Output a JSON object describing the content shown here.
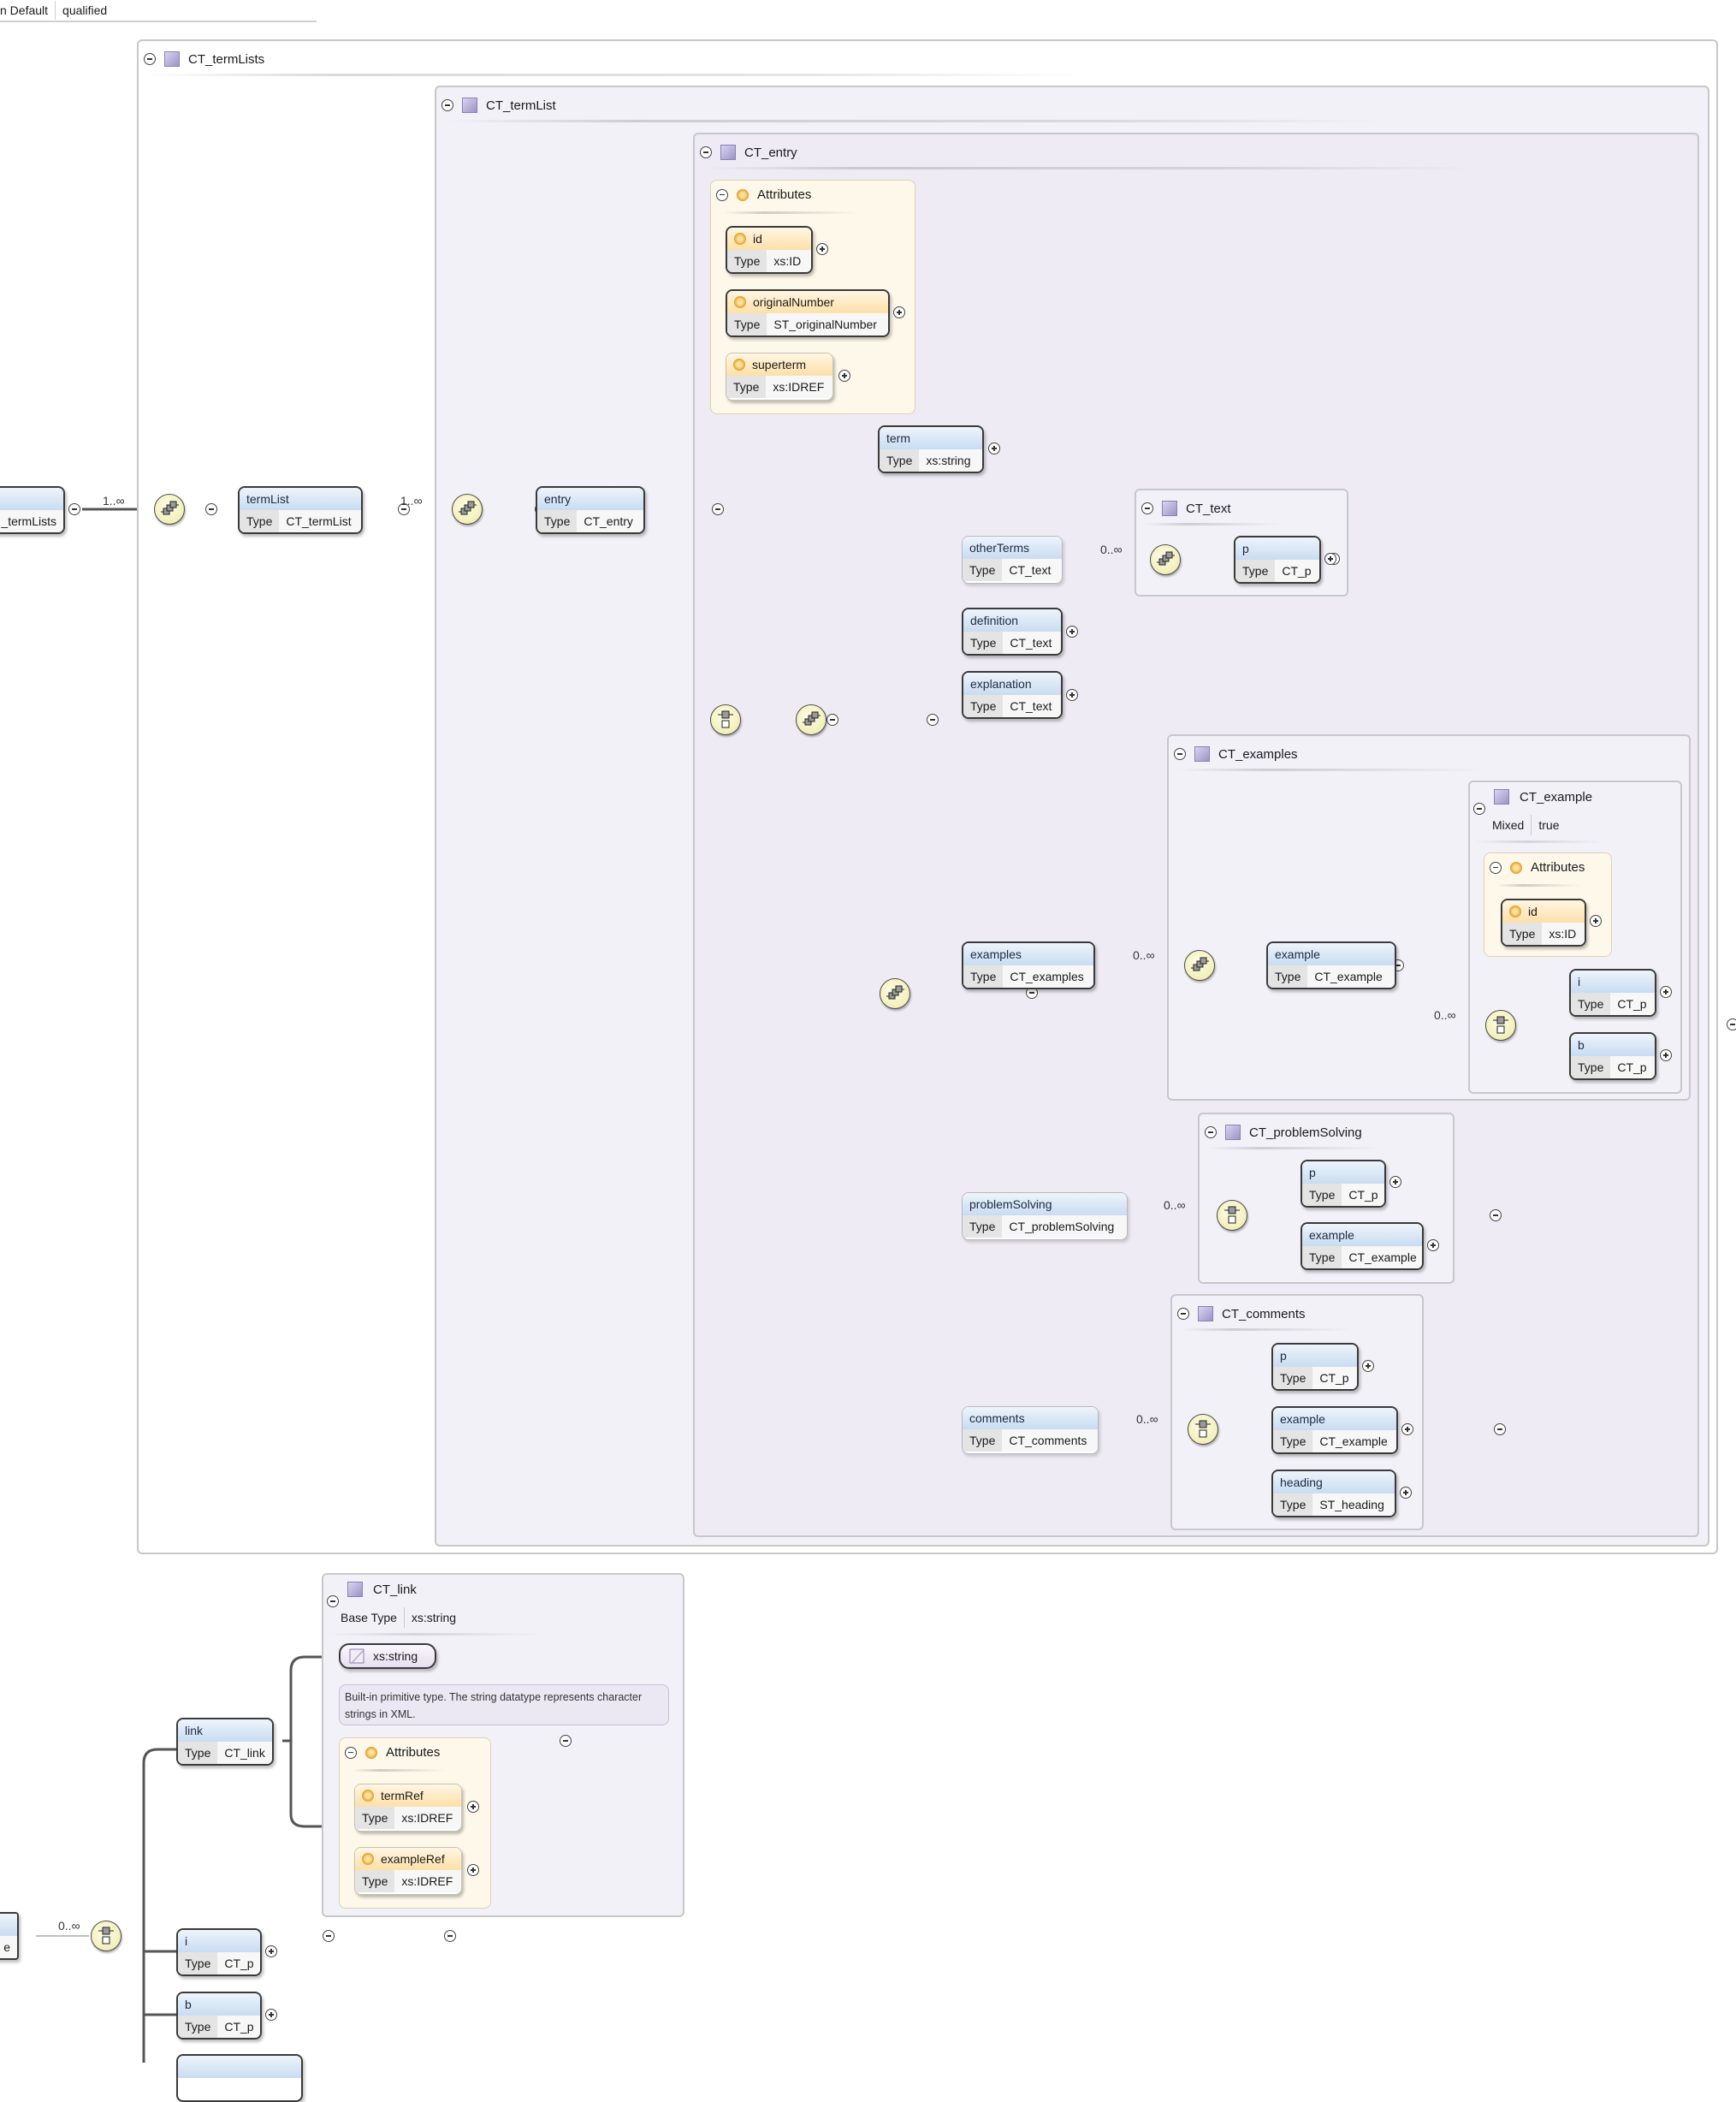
{
  "top_strip": {
    "key": "n Default",
    "value": "qualified"
  },
  "complex_types": {
    "ct_termLists": "CT_termLists",
    "ct_termList": "CT_termList",
    "ct_entry": "CT_entry",
    "ct_text": "CT_text",
    "ct_examples": "CT_examples",
    "ct_example": "CT_example",
    "ct_problemSolving": "CT_problemSolving",
    "ct_comments": "CT_comments",
    "ct_link": "CT_link"
  },
  "type_label": "Type",
  "attributes_label": "Attributes",
  "mixed": {
    "key": "Mixed",
    "value": "true"
  },
  "base_type": {
    "key": "Base Type",
    "value": "xs:string"
  },
  "occurrences": {
    "one_many": "1..∞",
    "zero_many": "0..∞"
  },
  "elements": {
    "termLists": {
      "name": "",
      "type": "_termLists"
    },
    "termList": {
      "name": "termList",
      "type": "CT_termList"
    },
    "entry": {
      "name": "entry",
      "type": "CT_entry"
    },
    "term": {
      "name": "term",
      "type": "xs:string"
    },
    "otherTerms": {
      "name": "otherTerms",
      "type": "CT_text"
    },
    "text_p": {
      "name": "p",
      "type": "CT_p"
    },
    "definition": {
      "name": "definition",
      "type": "CT_text"
    },
    "explanation": {
      "name": "explanation",
      "type": "CT_text"
    },
    "examples": {
      "name": "examples",
      "type": "CT_examples"
    },
    "example": {
      "name": "example",
      "type": "CT_example"
    },
    "example_i": {
      "name": "i",
      "type": "CT_p"
    },
    "example_b": {
      "name": "b",
      "type": "CT_p"
    },
    "problemSolving": {
      "name": "problemSolving",
      "type": "CT_problemSolving"
    },
    "ps_p": {
      "name": "p",
      "type": "CT_p"
    },
    "ps_example": {
      "name": "example",
      "type": "CT_example"
    },
    "comments": {
      "name": "comments",
      "type": "CT_comments"
    },
    "cm_p": {
      "name": "p",
      "type": "CT_p"
    },
    "cm_example": {
      "name": "example",
      "type": "CT_example"
    },
    "cm_heading": {
      "name": "heading",
      "type": "ST_heading"
    },
    "link": {
      "name": "link",
      "type": "CT_link"
    },
    "bottom_i": {
      "name": "i",
      "type": "CT_p"
    },
    "bottom_b": {
      "name": "b",
      "type": "CT_p"
    },
    "bottom_left": {
      "name": "",
      "type": "e"
    }
  },
  "attributes": {
    "entry_id": {
      "name": "id",
      "type": "xs:ID"
    },
    "entry_originalNumber": {
      "name": "originalNumber",
      "type": "ST_originalNumber"
    },
    "entry_superterm": {
      "name": "superterm",
      "type": "xs:IDREF"
    },
    "example_id": {
      "name": "id",
      "type": "xs:ID"
    },
    "link_termRef": {
      "name": "termRef",
      "type": "xs:IDREF"
    },
    "link_exampleRef": {
      "name": "exampleRef",
      "type": "xs:IDREF"
    }
  },
  "simple_type": {
    "name": "xs:string",
    "documentation": "Built-in primitive type. The string datatype represents character strings in XML."
  },
  "icons": {
    "sequence": "sequence-compositor-icon",
    "choice": "choice-compositor-icon",
    "complex_type": "complex-type-icon",
    "attribute": "attribute-icon",
    "collapse": "collapse-icon",
    "expand": "expand-icon",
    "simple_type": "simple-type-icon"
  }
}
